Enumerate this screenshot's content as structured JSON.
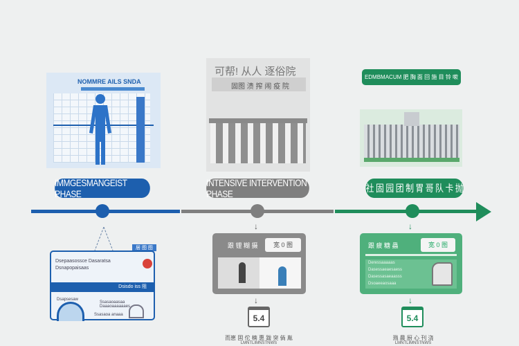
{
  "colors": {
    "blue": "#1d5fae",
    "gray": "#7f7f7f",
    "green": "#1f8d5b",
    "background": "#eef0f0"
  },
  "phases": [
    {
      "label": "IMMGESMANGEIST PHASE",
      "panel_title": "NOMMRE AILS SNDA",
      "card_tag": "居 图 图",
      "card_lines": [
        "Dsepaasossce Dasaratsa",
        "Dsnapopaisaas"
      ],
      "card_band": "Dsisdo iss 阻",
      "card_notes": [
        "Dsapsesaw",
        "Ssasaoaasaa Daaaoaaaaaaes",
        "Ssasaoa anaaa"
      ]
    },
    {
      "label": "INTENSIVE INTERVENTION PHASE",
      "panel_title": "可帮! 从人 逐俗院",
      "panel_subtitle": "固图 渍 搾 闹 疫 院",
      "card_title": "跟 锂 糊 摄",
      "card_badge": "宽 0 图",
      "calendar_value": "5.4",
      "caption_line1": "而崽 固 佗 楠 惠 跋 突 倘 胤",
      "caption_line2": "LMNTLIMNSTNWS"
    },
    {
      "label": "社 固 园 团 制 胃 哥 队 卡 抛",
      "panel_title": "EDMBMACUM 肥 胸 面 回 施 目 铃 嗽",
      "card_title": "跟 疲 糖 蟲",
      "card_badge": "宽 0 图",
      "card_lines": [
        "Deressaaaaas",
        "Dasessaeaesaess",
        "Dasessasaeaasss",
        "Dsoaeeaosaaa"
      ],
      "calendar_value": "5.4",
      "caption_line1": "溅 晨 厨 心 刊 浇",
      "caption_line2": "LMNTLIMNSTNWS"
    }
  ]
}
